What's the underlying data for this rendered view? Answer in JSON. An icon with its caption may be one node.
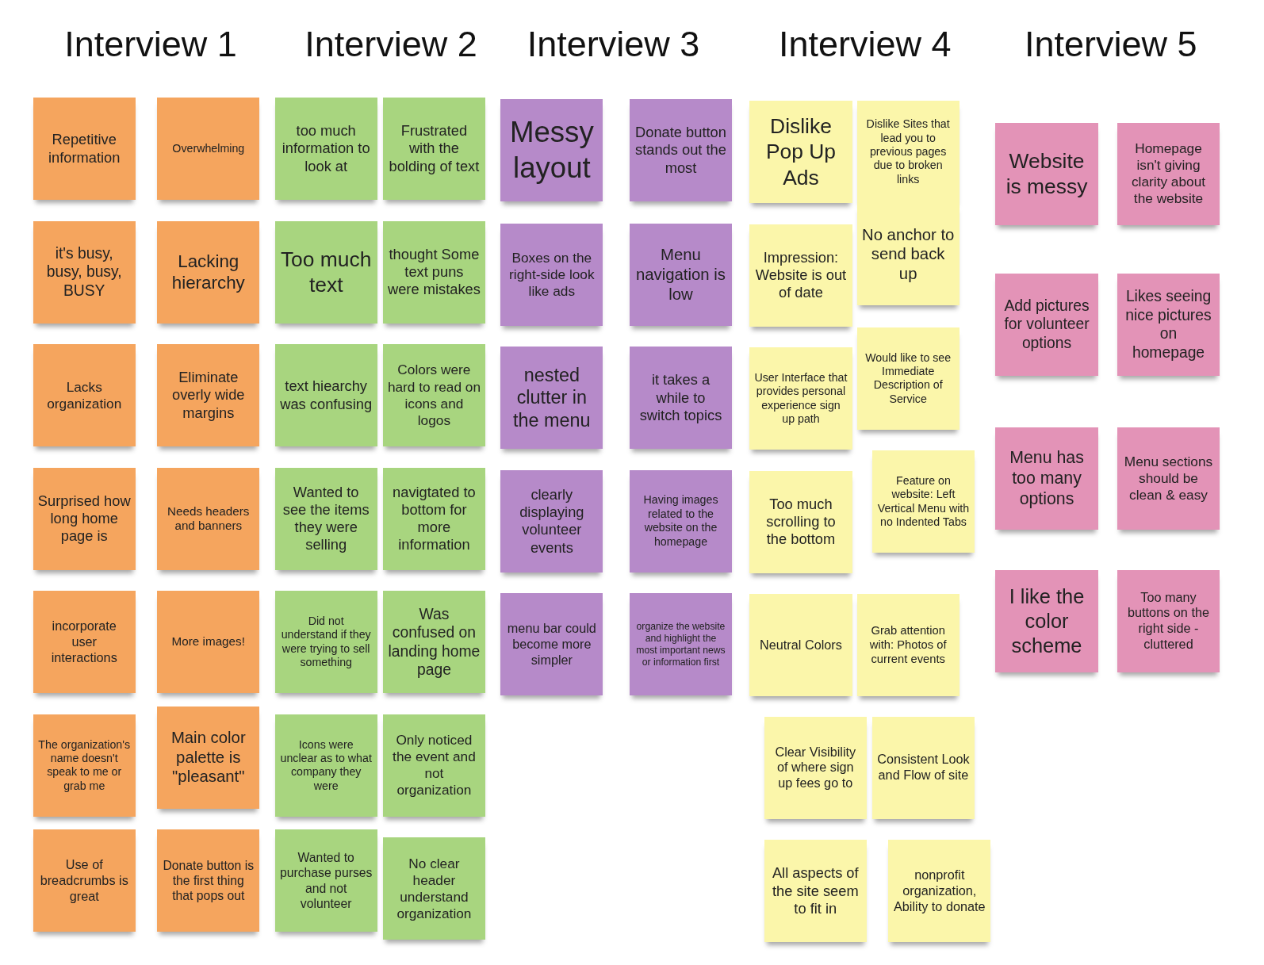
{
  "diagram": {
    "nodes": [
      {
        "text": [
          "Repetitive information"
        ]
      },
      {
        "text": [
          "Overwhelming"
        ]
      },
      {
        "text": [
          "it's busy, busy, busy, BUSY"
        ]
      },
      {
        "text": [
          "Lacking hierarchy"
        ]
      },
      {
        "text": [
          "Lacks organization"
        ]
      },
      {
        "text": [
          "Eliminate overly wide margins"
        ]
      },
      {
        "text": [
          "Surprised how long home page is"
        ]
      },
      {
        "text": [
          "Needs headers and banners"
        ]
      },
      {
        "text": [
          "incorporate user interactions"
        ]
      },
      {
        "text": [
          "More images!"
        ]
      },
      {
        "text": [
          "The organization's name doesn't speak to me or grab me"
        ]
      },
      {
        "text": [
          "Main color palette is \"pleasant\""
        ]
      },
      {
        "text": [
          "Use of breadcrumbs is great"
        ]
      },
      {
        "text": [
          "Donate button is the first thing that pops out"
        ]
      },
      {
        "text": [
          "too much information to look at"
        ]
      },
      {
        "text": [
          "Frustrated with the bolding of text"
        ]
      },
      {
        "text": [
          "Too much text"
        ]
      },
      {
        "text": [
          "thought Some text puns were mistakes"
        ]
      },
      {
        "text": [
          "text hiearchy was confusing"
        ]
      },
      {
        "text": [
          "Colors were hard to read on icons and logos"
        ]
      },
      {
        "text": [
          "Wanted to see the items they were selling"
        ]
      },
      {
        "text": [
          "navigtated to bottom for more information"
        ]
      },
      {
        "text": [
          "Did not understand if they were trying to sell something"
        ]
      },
      {
        "text": [
          "Was confused on landing home page"
        ]
      },
      {
        "text": [
          "Icons were unclear as to what company they were"
        ]
      },
      {
        "text": [
          "Only noticed the event and not organization"
        ]
      },
      {
        "text": [
          "Wanted to purchase purses and not volunteer"
        ]
      },
      {
        "text": [
          "No clear header understand organization"
        ]
      },
      {
        "text": [
          "Messy layout"
        ]
      },
      {
        "text": [
          "Donate button stands out the most"
        ]
      },
      {
        "text": [
          "Boxes on the right-side look like ads"
        ]
      },
      {
        "text": [
          "Menu navigation is low"
        ]
      },
      {
        "text": [
          "nested clutter in the menu"
        ]
      },
      {
        "text": [
          "it takes a while to switch topics"
        ]
      },
      {
        "text": [
          "clearly displaying volunteer events"
        ]
      },
      {
        "text": [
          "Having images related to the website on the homepage"
        ]
      },
      {
        "text": [
          "menu bar could become more simpler"
        ]
      },
      {
        "text": [
          "organize the website and highlight the most important news or information first"
        ]
      },
      {
        "text": [
          "Dislike Pop Up Ads"
        ]
      },
      {
        "text": [
          "Dislike Sites that lead you to previous pages due to broken links"
        ]
      },
      {
        "text": [
          "Impression: Website is out of date"
        ]
      },
      {
        "text": [
          "No anchor to send back up"
        ]
      },
      {
        "text": [
          "User Interface that provides personal experience sign up path"
        ]
      },
      {
        "text": [
          "Would like to see Immediate Description of Service"
        ]
      },
      {
        "text": [
          "Too much scrolling to the bottom"
        ]
      },
      {
        "text": [
          "Feature on website: Left Vertical Menu with no Indented Tabs"
        ]
      },
      {
        "text": [
          "Neutral Colors"
        ]
      },
      {
        "text": [
          "Grab attention with: Photos of current events"
        ]
      },
      {
        "text": [
          "Clear Visibility of where sign up fees go to"
        ]
      },
      {
        "text": [
          "Consistent Look and Flow of site"
        ]
      },
      {
        "text": [
          "All aspects of the site seem to fit in"
        ]
      },
      {
        "text": [
          "nonprofit organization, Ability to donate"
        ]
      },
      {
        "text": [
          "Website is messy"
        ]
      },
      {
        "text": [
          "Homepage isn't giving clarity about the website"
        ]
      },
      {
        "text": [
          "Add pictures for volunteer options"
        ]
      },
      {
        "text": [
          "Likes seeing nice pictures on homepage"
        ]
      },
      {
        "text": [
          "Menu has too many options"
        ]
      },
      {
        "text": [
          "Menu sections should be clean & easy"
        ]
      },
      {
        "text": [
          "I like the color scheme"
        ]
      },
      {
        "text": [
          "Too many buttons on the right side - cluttered"
        ]
      }
    ],
    "labels": [
      "Interview 1",
      "Interview 2",
      "Interview 3",
      "Interview 4",
      "Interview 5"
    ]
  }
}
